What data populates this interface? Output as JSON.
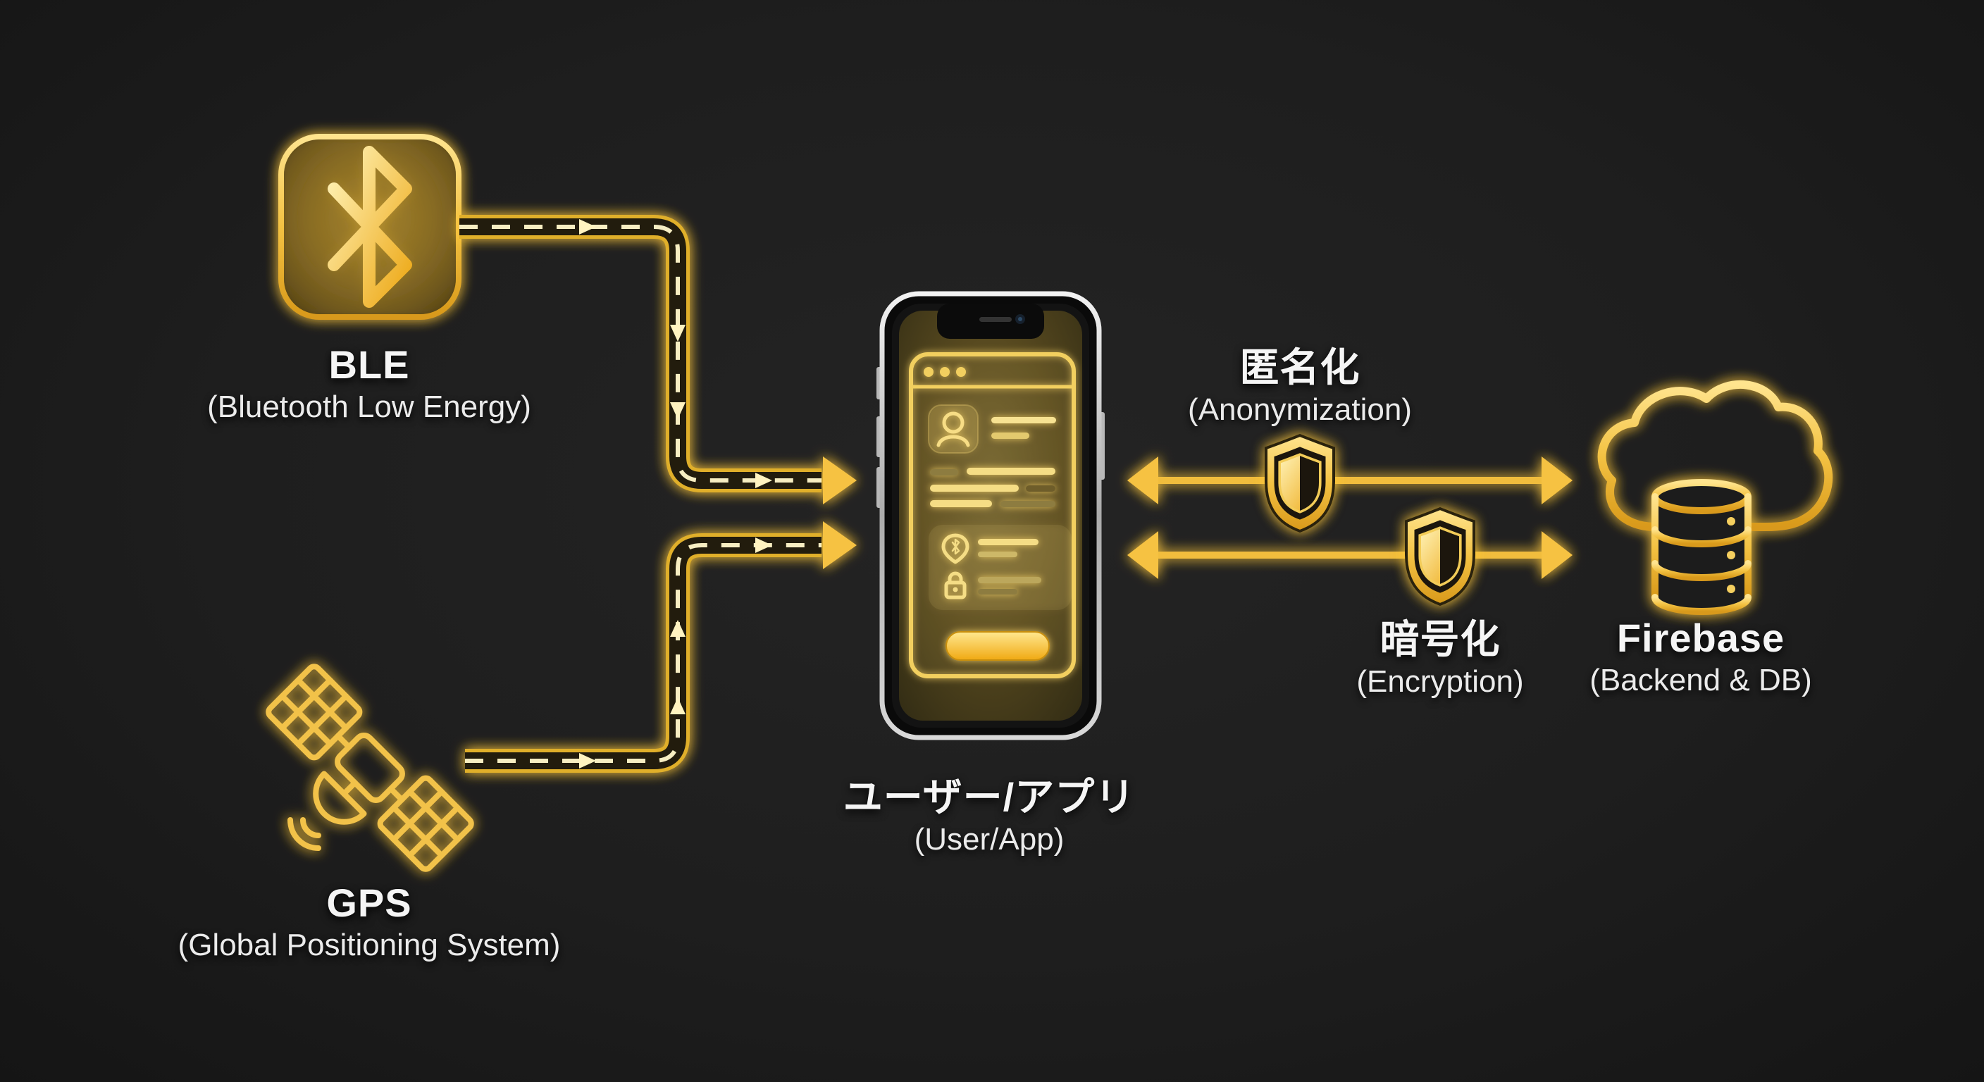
{
  "scene": {
    "background": "#1e1e1e",
    "accent_gold": "#f2c243",
    "accent_gold_deep": "#d99f1b",
    "glow_color": "#ffcf4d",
    "text_color": "#f5f5f5"
  },
  "nodes": {
    "ble": {
      "title": "BLE",
      "subtitle": "(Bluetooth Low Energy)",
      "icon": "bluetooth-icon"
    },
    "gps": {
      "title": "GPS",
      "subtitle": "(Global Positioning System)",
      "icon": "satellite-icon"
    },
    "user_app": {
      "title": "ユーザー/アプリ",
      "subtitle": "(User/App)",
      "icon": "smartphone-mockup"
    },
    "anonymization": {
      "title": "匿名化",
      "subtitle": "(Anonymization)",
      "icon": "shield-icon"
    },
    "encryption": {
      "title": "暗号化",
      "subtitle": "(Encryption)",
      "icon": "shield-icon"
    },
    "firebase": {
      "title": "Firebase",
      "subtitle": "(Backend & DB)",
      "icon": "cloud-database-icon"
    }
  },
  "flows": [
    {
      "from": "ble",
      "to": "user_app",
      "style": "dashed-pipe",
      "direction": "one-way"
    },
    {
      "from": "gps",
      "to": "user_app",
      "style": "dashed-pipe",
      "direction": "one-way"
    },
    {
      "from": "user_app",
      "to": "firebase",
      "via": "anonymization",
      "style": "solid-arrow",
      "direction": "two-way"
    },
    {
      "from": "user_app",
      "to": "firebase",
      "via": "encryption",
      "style": "solid-arrow",
      "direction": "two-way"
    }
  ]
}
